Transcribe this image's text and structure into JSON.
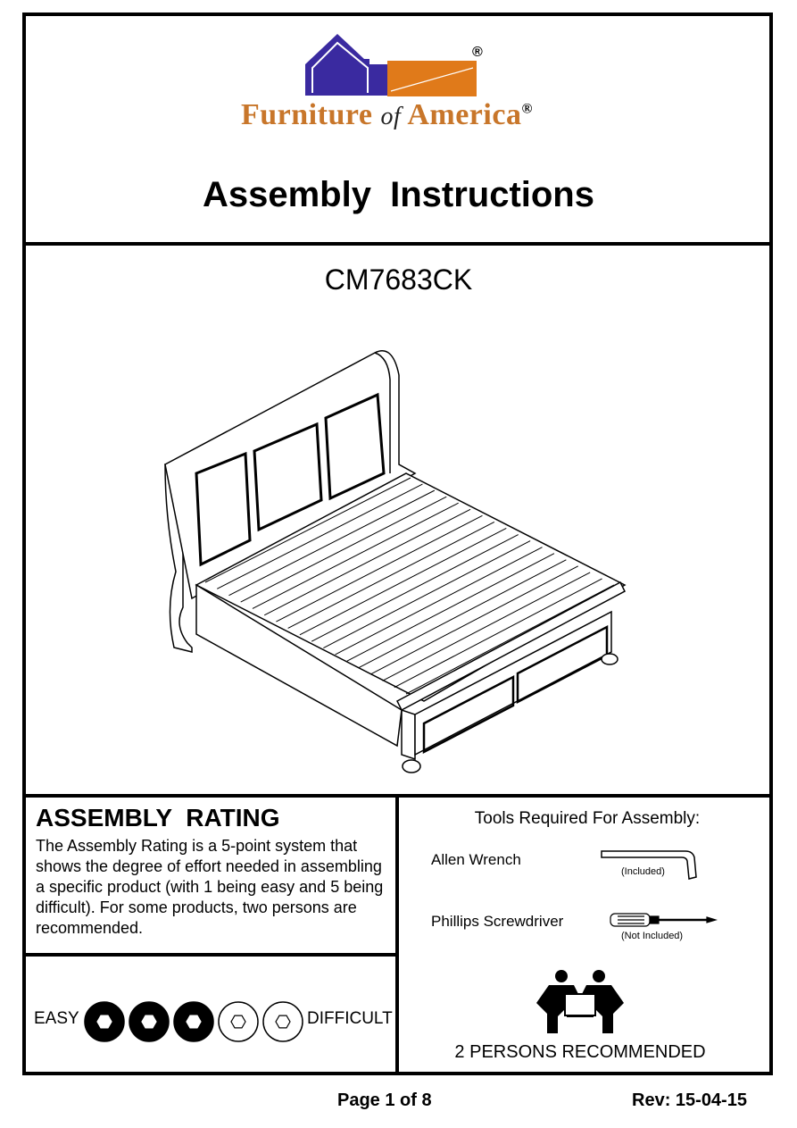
{
  "brand": {
    "name_part1": "Furniture",
    "name_of": "of",
    "name_part2": "America",
    "registered": "®",
    "colors": {
      "house": "#3a2aa0",
      "block": "#e07a1a",
      "text": "#c8762a"
    }
  },
  "header": {
    "title": "Assembly  Instructions"
  },
  "product": {
    "model": "CM7683CK"
  },
  "rating": {
    "heading": "ASSEMBLY  RATING",
    "description": "The Assembly Rating is a 5-point system that shows the degree of effort needed in assembling a specific product (with 1 being easy and 5 being difficult).  For some products, two persons are recommended.",
    "easy_label": "EASY",
    "difficult_label": "DIFFICULT",
    "level": 3,
    "max": 5
  },
  "tools": {
    "heading": "Tools Required For Assembly:",
    "items": [
      {
        "label": "Allen Wrench",
        "note": "(Included)"
      },
      {
        "label": "Phillips Screwdriver",
        "note": "(Not Included)"
      }
    ]
  },
  "persons": {
    "label": "2 PERSONS RECOMMENDED"
  },
  "footer": {
    "page": "Page 1 of  8",
    "revision": "Rev: 15-04-15"
  }
}
